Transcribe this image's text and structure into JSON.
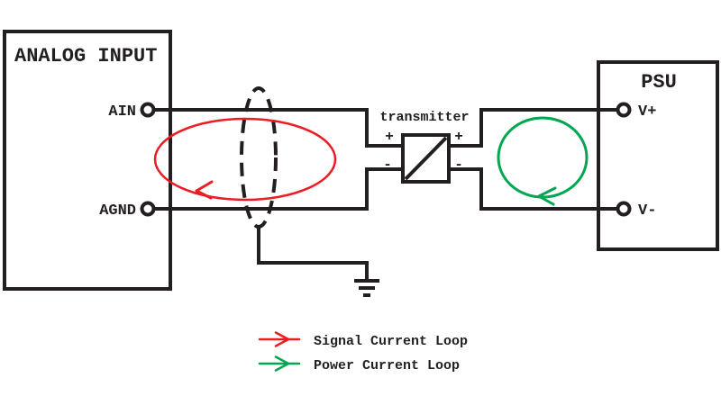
{
  "colors": {
    "wire": "#231f20",
    "signal": "#ed1c24",
    "power": "#00a651"
  },
  "analog_input": {
    "title": "ANALOG INPUT",
    "terminal_ain": "AIN",
    "terminal_agnd": "AGND"
  },
  "transmitter": {
    "label": "transmitter",
    "in_plus": "+",
    "in_minus": "-",
    "out_plus": "+",
    "out_minus": "-"
  },
  "psu": {
    "title": "PSU",
    "terminal_vplus": "V+",
    "terminal_vminus": "V-"
  },
  "legend": {
    "signal": {
      "label": "Signal Current Loop"
    },
    "power": {
      "label": "Power Current Loop"
    }
  }
}
